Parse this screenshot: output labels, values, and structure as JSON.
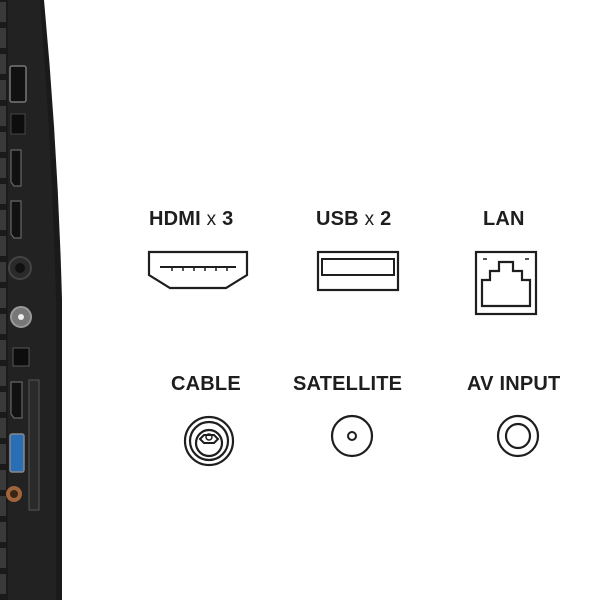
{
  "connectors": {
    "hdmi": {
      "name": "HDMI",
      "mult": "x",
      "count": "3",
      "icon": "hdmi-port-icon"
    },
    "usb": {
      "name": "USB",
      "mult": "x",
      "count": "2",
      "icon": "usb-port-icon"
    },
    "lan": {
      "name": "LAN",
      "icon": "ethernet-port-icon"
    },
    "cable": {
      "name": "CABLE",
      "icon": "coaxial-cable-port-icon"
    },
    "satellite": {
      "name": "SATELLITE",
      "icon": "satellite-port-icon"
    },
    "av_input": {
      "name": "AV INPUT",
      "icon": "av-input-port-icon"
    }
  },
  "colors": {
    "background": "#ffffff",
    "text": "#1e1e1e",
    "tv_body": "#1c1c1c",
    "usb3_blue": "#2a6fb5",
    "av_copper": "#a0643a"
  }
}
